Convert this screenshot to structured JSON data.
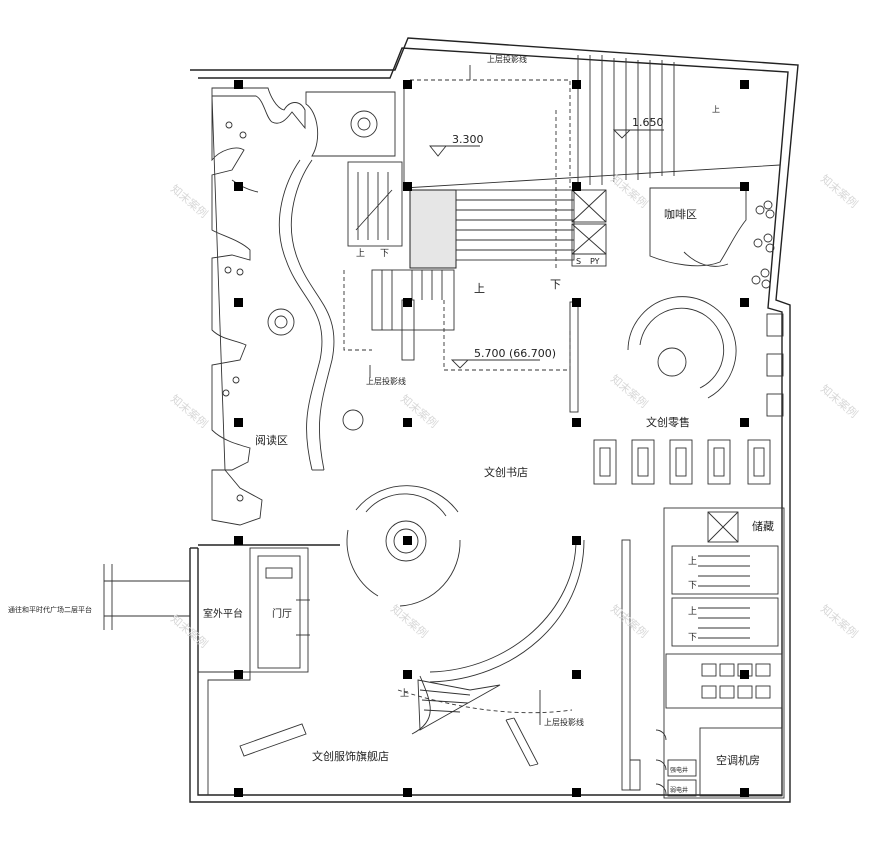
{
  "plan": {
    "rooms": {
      "reading_area": "阅读区",
      "cafe": "咖啡区",
      "bookstore": "文创书店",
      "retail": "文创零售",
      "storage": "储藏",
      "outdoor_terrace": "室外平台",
      "vestibule": "门厅",
      "flagship": "文创服饰旗舰店",
      "ac_room": "空调机房",
      "bridge": "通往和平时代广场二层平台"
    },
    "levels": {
      "l1": "3.300",
      "l2": "1.650",
      "l3": "5.700 (66.700)"
    },
    "notes": {
      "upper_projection_1": "上层投影线",
      "upper_projection_2": "上层投影线",
      "upper_projection_3": "上层投影线"
    },
    "stairs": {
      "up": "上",
      "down": "下",
      "elev_s": "S",
      "elev_py": "PY"
    },
    "small": {
      "shaft1": "强电井",
      "shaft2": "弱电井"
    },
    "watermark": "知末案例"
  }
}
